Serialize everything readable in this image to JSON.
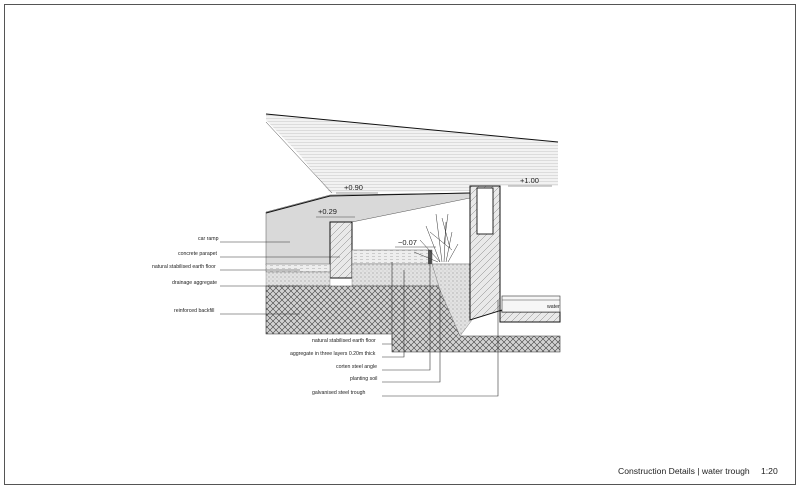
{
  "drawing": {
    "labels_left": [
      "car ramp",
      "concrete parapet",
      "natural stabilised earth floor",
      "drainage aggregate",
      "reinforced backfill"
    ],
    "labels_bottom": [
      "natural stabilised earth floor",
      "aggregate in three layers 0.20m thick",
      "corten steel angle",
      "planting soil",
      "galvanised steel trough"
    ],
    "levels": [
      "+0.90",
      "+0.29",
      "−0.07",
      "+1.00"
    ],
    "water_label": "water"
  },
  "title_block": {
    "title": "Construction Details | water trough",
    "scale": "1:20"
  }
}
